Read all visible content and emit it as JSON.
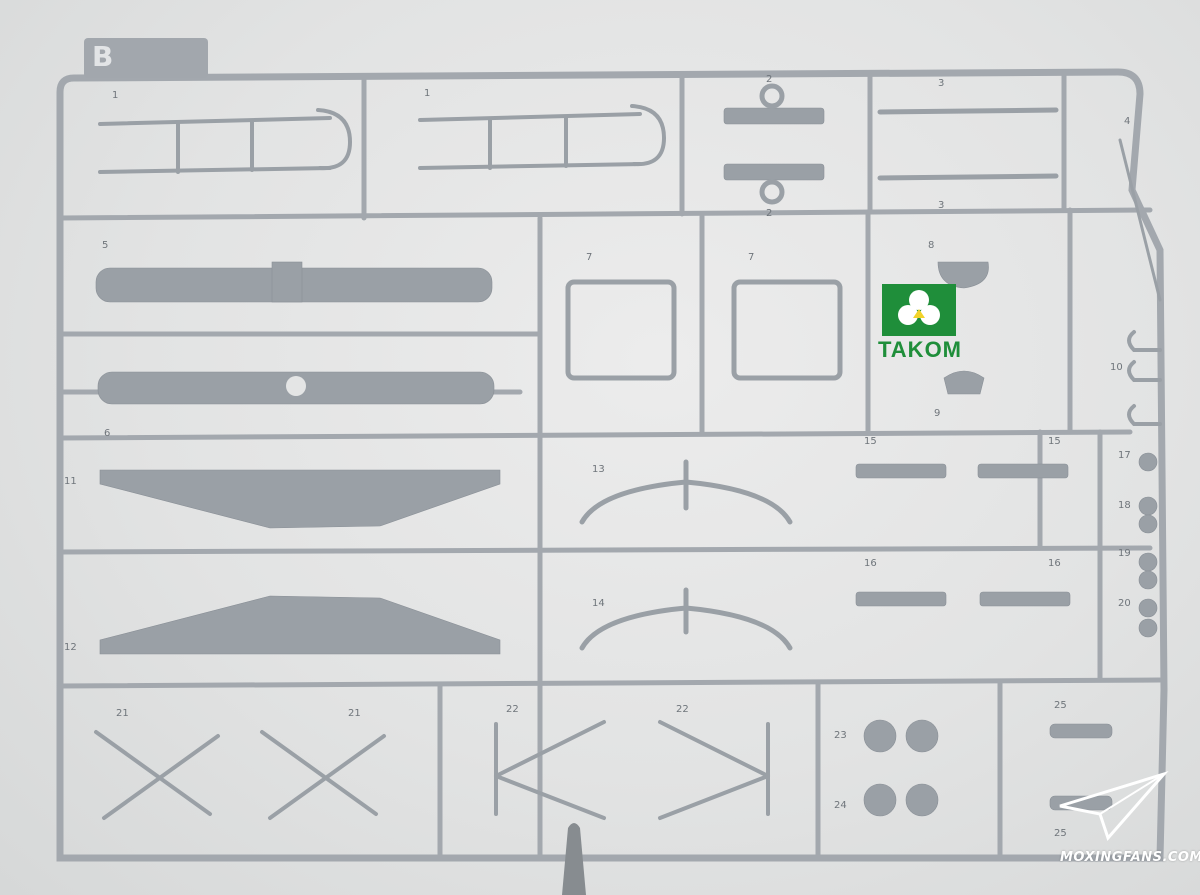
{
  "sprue": {
    "letter": "B"
  },
  "brand": {
    "name": "TAKOM",
    "colors": {
      "primary": "#1f8e3a",
      "accent": "#f2d32a"
    }
  },
  "watermark": {
    "site": "MOXINGFANS.COM"
  },
  "part_numbers": [
    "1",
    "2",
    "3",
    "4",
    "5",
    "6",
    "7",
    "8",
    "9",
    "10",
    "11",
    "12",
    "13",
    "14",
    "15",
    "16",
    "17",
    "18",
    "19",
    "20",
    "21",
    "22",
    "23",
    "24",
    "25"
  ]
}
